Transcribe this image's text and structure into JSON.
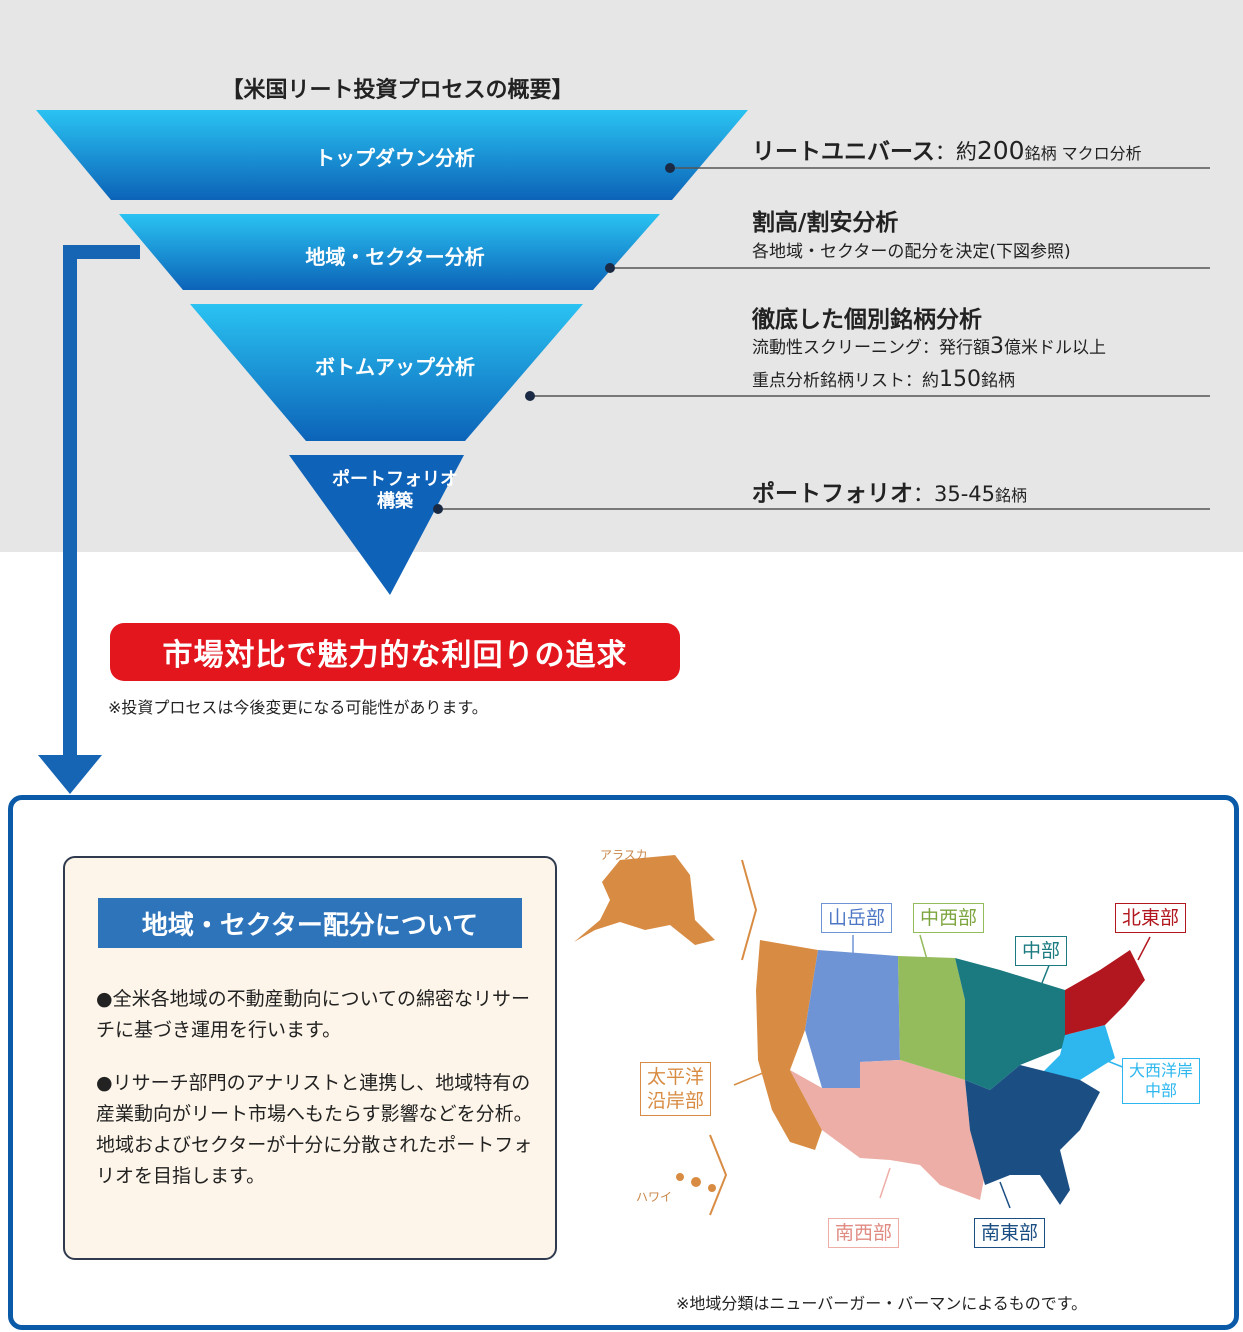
{
  "title": "【米国リート投資プロセスの概要】",
  "funnel": {
    "stage1": "トップダウン分析",
    "stage2": "地域・セクター分析",
    "stage3": "ボトムアップ分析",
    "stage4_line1": "ポートフォリオ",
    "stage4_line2": "構築"
  },
  "annotations": {
    "a1_main": "リートユニバース",
    "a1_sep": "：約",
    "a1_num": "200",
    "a1_rest": "銘柄 マクロ分析",
    "a2_main": "割高/割安分析",
    "a2_sub": "各地域・セクターの配分を決定(下図参照)",
    "a3_main": "徹底した個別銘柄分析",
    "a3_sub1_pre": "流動性スクリーニング：発行額",
    "a3_sub1_num": "3",
    "a3_sub1_post": "億米ドル以上",
    "a3_sub2_pre": "重点分析銘柄リスト：約",
    "a3_sub2_num": "150",
    "a3_sub2_post": "銘柄",
    "a4_main": "ポートフォリオ",
    "a4_rest": "：35-45",
    "a4_unit": "銘柄"
  },
  "banner": "市場対比で魅力的な利回りの追求",
  "note_process": "※投資プロセスは今後変更になる可能性があります。",
  "info": {
    "title": "地域・セクター配分について",
    "p1": "●全米各地域の不動産動向についての綿密なリサーチに基づき運用を行います。",
    "p2": "●リサーチ部門のアナリストと連携し、地域特有の産業動向がリート市場へもたらす影響などを分析。地域およびセクターが十分に分散されたポートフォリオを目指します。"
  },
  "map": {
    "alaska": "アラスカ",
    "hawaii": "ハワイ",
    "pacific_l1": "太平洋",
    "pacific_l2": "沿岸部",
    "mountain": "山岳部",
    "midwest": "中西部",
    "central": "中部",
    "northeast": "北東部",
    "atlantic_l1": "大西洋岸",
    "atlantic_l2": "中部",
    "southwest": "南西部",
    "southeast": "南東部",
    "colors": {
      "pacific": "#d88c43",
      "mountain": "#6f94d6",
      "midwest": "#94bb5c",
      "central": "#1a7a80",
      "northeast": "#b2161e",
      "atlantic": "#2eb7ef",
      "southwest": "#ecaea6",
      "southeast": "#1b4f84"
    }
  },
  "note_map": "※地域分類はニューバーガー・バーマンによるものです。"
}
